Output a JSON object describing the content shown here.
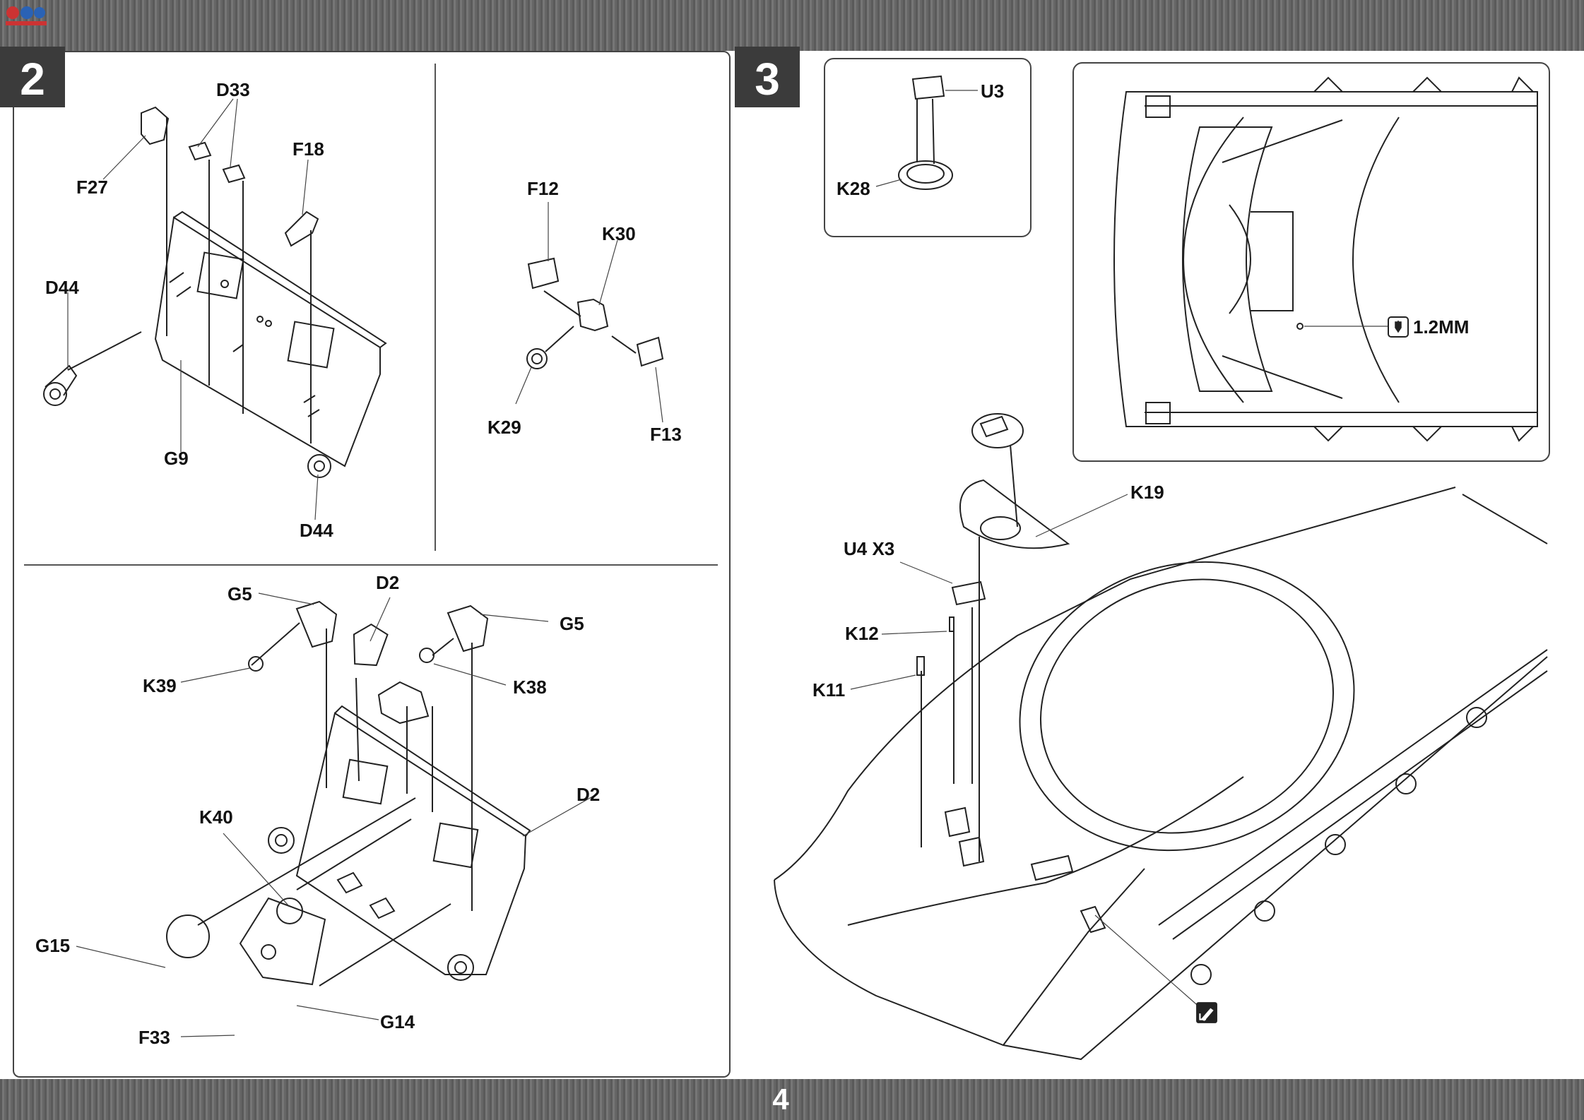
{
  "page_number": "4",
  "steps": [
    {
      "number": "2",
      "labels": {
        "d33": "D33",
        "f18": "F18",
        "f27": "F27",
        "d44_top": "D44",
        "g9": "G9",
        "d44_bottom": "D44",
        "f12": "F12",
        "k30": "K30",
        "k29": "K29",
        "f13": "F13",
        "g5_left": "G5",
        "d2_top": "D2",
        "g5_right": "G5",
        "k39": "K39",
        "k38": "K38",
        "k40": "K40",
        "d2_right": "D2",
        "g15": "G15",
        "g14": "G14",
        "f33": "F33"
      }
    },
    {
      "number": "3",
      "labels": {
        "u3": "U3",
        "k28": "K28",
        "drill": "1.2MM",
        "k19": "K19",
        "u4x3": "U4 X3",
        "k12": "K12",
        "k11": "K11"
      },
      "icons": [
        "drill-icon",
        "glue-icon"
      ]
    }
  ]
}
